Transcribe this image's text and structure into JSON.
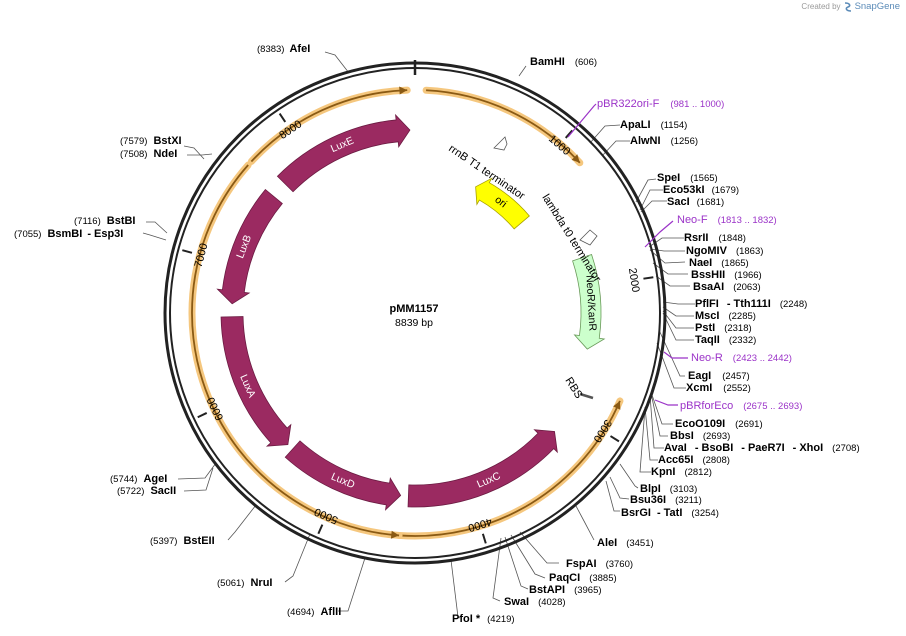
{
  "credit": {
    "prefix": "Created by",
    "brand": "SnapGene"
  },
  "plasmid": {
    "name": "pMM1157",
    "size_label": "8839 bp",
    "length": 8839
  },
  "ticks": [
    {
      "bp": 1000,
      "label": "1000"
    },
    {
      "bp": 2000,
      "label": "2000"
    },
    {
      "bp": 3000,
      "label": "3000"
    },
    {
      "bp": 4000,
      "label": "4000"
    },
    {
      "bp": 5000,
      "label": "5000"
    },
    {
      "bp": 6000,
      "label": "6000"
    },
    {
      "bp": 7000,
      "label": "7000"
    },
    {
      "bp": 8000,
      "label": "8000"
    }
  ],
  "features": [
    {
      "name": "LuxE",
      "color": "#9b2a61",
      "start": 7730,
      "end": 8800,
      "dir": 1,
      "track": "inner"
    },
    {
      "name": "LuxB",
      "color": "#9b2a61",
      "start": 6700,
      "end": 7600,
      "dir": -1,
      "track": "inner"
    },
    {
      "name": "LuxA",
      "color": "#9b2a61",
      "start": 5500,
      "end": 6600,
      "dir": -1,
      "track": "inner"
    },
    {
      "name": "LuxD",
      "color": "#9b2a61",
      "start": 4530,
      "end": 5450,
      "dir": -1,
      "track": "inner"
    },
    {
      "name": "LuxC",
      "color": "#9b2a61",
      "start": 3200,
      "end": 4470,
      "dir": -1,
      "track": "inner"
    },
    {
      "name": "ori",
      "color": "#ffff00",
      "start": 630,
      "end": 1220,
      "dir": -1,
      "track": "inner"
    },
    {
      "name": "NeoR/KanR",
      "color": "#ccffcc",
      "start": 1760,
      "end": 2500,
      "dir": 1,
      "track": "inner"
    }
  ],
  "labels": {
    "terminator1": "rrnB T1 terminator",
    "terminator2": "lambda t0 terminator",
    "rbs": "RBS"
  },
  "enzymes": [
    {
      "name": "AfeI",
      "pos": "(8383)"
    },
    {
      "name": "BamHI",
      "pos": "(606)"
    },
    {
      "name": "BstXI",
      "pos": "(7579)"
    },
    {
      "name": "NdeI",
      "pos": "(7508)"
    },
    {
      "name": "ApaLI",
      "pos": "(1154)"
    },
    {
      "name": "AlwNI",
      "pos": "(1256)"
    },
    {
      "name": "SpeI",
      "pos": "(1565)"
    },
    {
      "name": "Eco53kI",
      "pos": "(1679)"
    },
    {
      "name": "SacI",
      "pos": "(1681)"
    },
    {
      "name": "BstBI",
      "pos": "(7116)"
    },
    {
      "name": "BsmBI",
      "pos": "(7055)",
      "pair": "Esp3I"
    },
    {
      "name": "RsrII",
      "pos": "(1848)"
    },
    {
      "name": "NgoMIV",
      "pos": "(1863)"
    },
    {
      "name": "NaeI",
      "pos": "(1865)"
    },
    {
      "name": "BssHII",
      "pos": "(1966)"
    },
    {
      "name": "BsaAI",
      "pos": "(2063)"
    },
    {
      "name": "PflFI",
      "pos": "(2248)",
      "pair": "Tth111I"
    },
    {
      "name": "MscI",
      "pos": "(2285)"
    },
    {
      "name": "PstI",
      "pos": "(2318)"
    },
    {
      "name": "TaqII",
      "pos": "(2332)"
    },
    {
      "name": "EagI",
      "pos": "(2457)"
    },
    {
      "name": "XcmI",
      "pos": "(2552)"
    },
    {
      "name": "EcoO109I",
      "pos": "(2691)"
    },
    {
      "name": "BbsI",
      "pos": "(2693)"
    },
    {
      "name": "AvaI",
      "pos": "(2708)",
      "pair": "BsoBI",
      "pair2": "PaeR7I",
      "pair3": "XhoI"
    },
    {
      "name": "Acc65I",
      "pos": "(2808)"
    },
    {
      "name": "KpnI",
      "pos": "(2812)"
    },
    {
      "name": "AgeI",
      "pos": "(5744)"
    },
    {
      "name": "SacII",
      "pos": "(5722)"
    },
    {
      "name": "BlpI",
      "pos": "(3103)"
    },
    {
      "name": "Bsu36I",
      "pos": "(3211)"
    },
    {
      "name": "BsrGI",
      "pos": "(3254)",
      "pair": "TatI"
    },
    {
      "name": "BstEII",
      "pos": "(5397)"
    },
    {
      "name": "AleI",
      "pos": "(3451)"
    },
    {
      "name": "NruI",
      "pos": "(5061)"
    },
    {
      "name": "FspAI",
      "pos": "(3760)"
    },
    {
      "name": "PaqCI",
      "pos": "(3885)"
    },
    {
      "name": "BstAPI",
      "pos": "(3965)"
    },
    {
      "name": "SwaI",
      "pos": "(4028)"
    },
    {
      "name": "AflII",
      "pos": "(4694)"
    },
    {
      "name": "PfoI *",
      "pos": "(4219)"
    }
  ],
  "primers": [
    {
      "name": "pBR322ori-F",
      "range": "(981 .. 1000)"
    },
    {
      "name": "Neo-F",
      "range": "(1813 .. 1832)"
    },
    {
      "name": "Neo-R",
      "range": "(2423 .. 2442)"
    },
    {
      "name": "pBRforEco",
      "range": "(2675 .. 2693)"
    }
  ]
}
